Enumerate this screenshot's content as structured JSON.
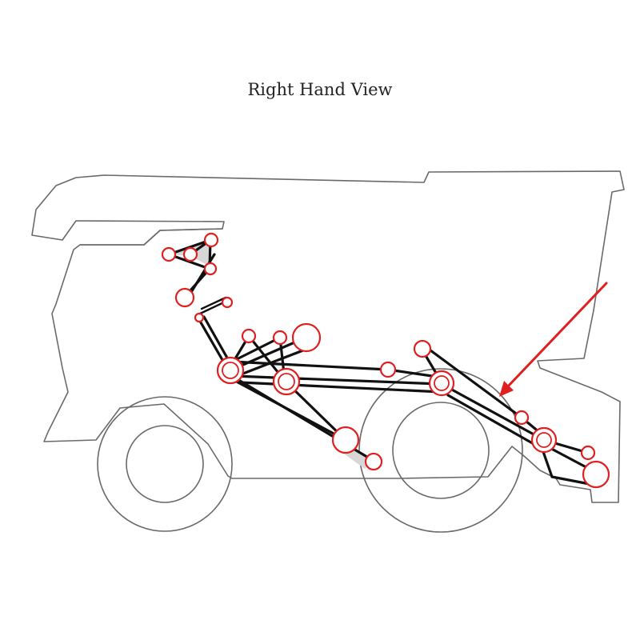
{
  "title": "Right Hand View",
  "colors": {
    "pulley": "#e02020",
    "belt": "#111111",
    "outline": "#6a6a6a",
    "arrow": "#e02020",
    "background": "#ffffff"
  },
  "icons": {
    "pulley": "circle",
    "pointer": "arrow"
  }
}
